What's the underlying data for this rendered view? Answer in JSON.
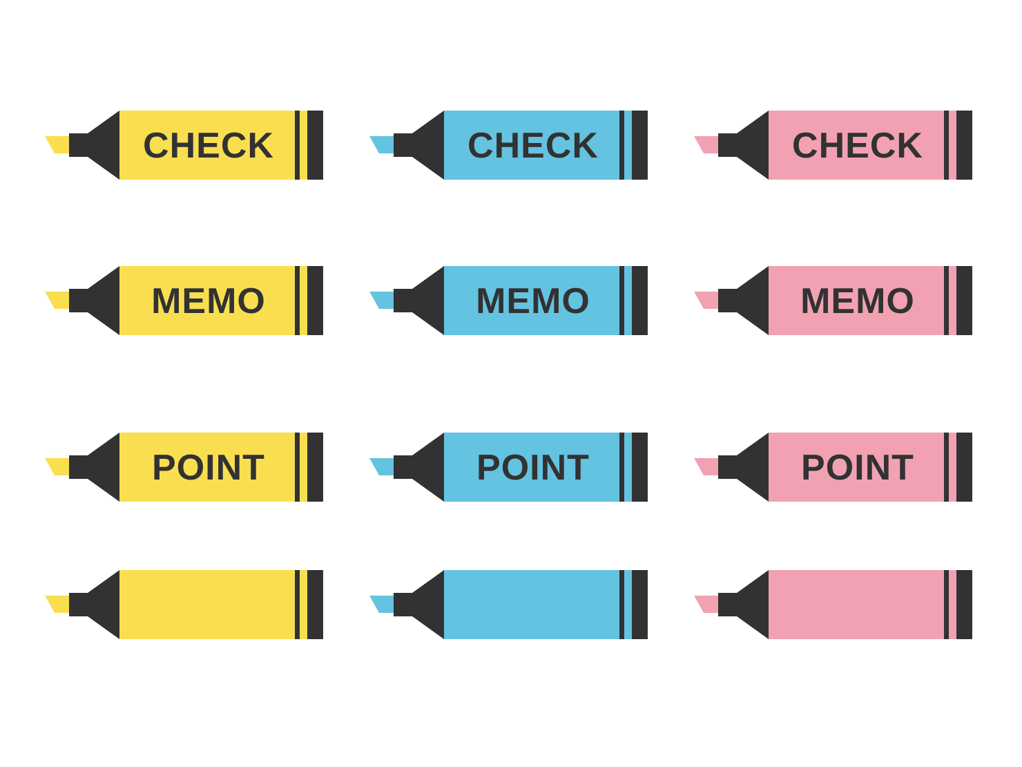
{
  "colors": {
    "background": "#ffffff",
    "dark": "#323232",
    "yellow": "#f9df50",
    "blue": "#64c3e1",
    "pink": "#f2a1b3"
  },
  "columns": [
    {
      "name": "yellow",
      "color": "#f9df50"
    },
    {
      "name": "blue",
      "color": "#64c3e1"
    },
    {
      "name": "pink",
      "color": "#f2a1b3"
    }
  ],
  "rows": [
    {
      "label": "CHECK"
    },
    {
      "label": "MEMO"
    },
    {
      "label": "POINT"
    },
    {
      "label": ""
    }
  ],
  "markers": [
    {
      "label": "CHECK",
      "color": "yellow"
    },
    {
      "label": "CHECK",
      "color": "blue"
    },
    {
      "label": "CHECK",
      "color": "pink"
    },
    {
      "label": "MEMO",
      "color": "yellow"
    },
    {
      "label": "MEMO",
      "color": "blue"
    },
    {
      "label": "MEMO",
      "color": "pink"
    },
    {
      "label": "POINT",
      "color": "yellow"
    },
    {
      "label": "POINT",
      "color": "blue"
    },
    {
      "label": "POINT",
      "color": "pink"
    },
    {
      "label": "",
      "color": "yellow"
    },
    {
      "label": "",
      "color": "blue"
    },
    {
      "label": "",
      "color": "pink"
    }
  ]
}
